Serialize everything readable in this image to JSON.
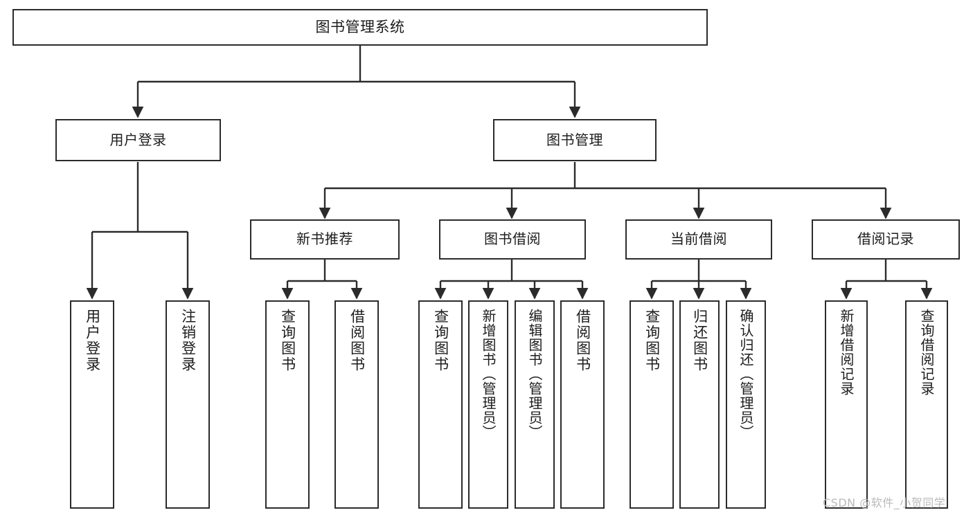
{
  "diagram": {
    "title": "图书管理系统",
    "type": "tree",
    "orientation": "top-down",
    "colors": {
      "node_border": "#2b2b2b",
      "node_fill": "#ffffff",
      "edge": "#2b2b2b",
      "background": "#ffffff",
      "watermark": "#b9b9b9"
    },
    "nodes": {
      "root": {
        "label": "图书管理系统"
      },
      "level2": [
        {
          "label": "用户登录"
        },
        {
          "label": "图书管理"
        }
      ],
      "level3": [
        {
          "label": "新书推荐"
        },
        {
          "label": "图书借阅"
        },
        {
          "label": "当前借阅"
        },
        {
          "label": "借阅记录"
        }
      ],
      "leaves": {
        "user_login": [
          {
            "label": "用户登录"
          },
          {
            "label": "注销登录"
          }
        ],
        "new_book_recommend": [
          {
            "label": "查询图书"
          },
          {
            "label": "借阅图书"
          }
        ],
        "book_borrow": [
          {
            "label": "查询图书"
          },
          {
            "label": "新增图书（管理员）"
          },
          {
            "label": "编辑图书（管理员）"
          },
          {
            "label": "借阅图书"
          }
        ],
        "current_borrow": [
          {
            "label": "查询图书"
          },
          {
            "label": "归还图书"
          },
          {
            "label": "确认归还（管理员）"
          }
        ],
        "borrow_record": [
          {
            "label": "新增借阅记录"
          },
          {
            "label": "查询借阅记录"
          }
        ]
      }
    },
    "watermark": "CSDN @软件_小贺同学"
  }
}
